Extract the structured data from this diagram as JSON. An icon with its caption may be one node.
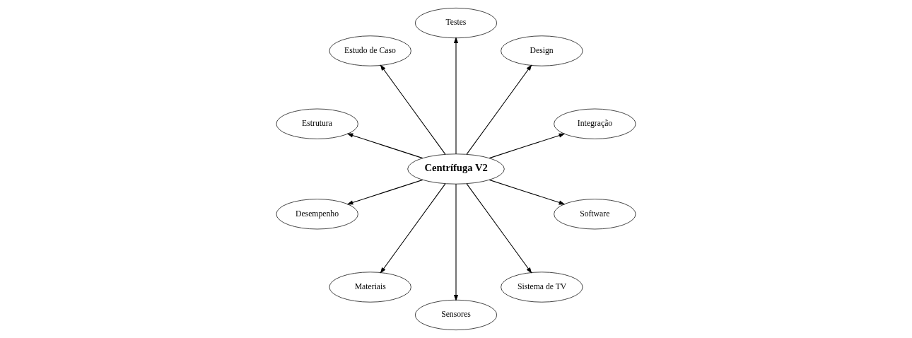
{
  "diagram": {
    "nodes": [
      {
        "text": [
          "Centrífuga V2"
        ]
      },
      {
        "text": [
          "Integração"
        ]
      },
      {
        "text": [
          "Design"
        ]
      },
      {
        "text": [
          "Testes"
        ]
      },
      {
        "text": [
          "Estudo de Caso"
        ]
      },
      {
        "text": [
          "Estrutura"
        ]
      },
      {
        "text": [
          "Desempenho"
        ]
      },
      {
        "text": [
          "Materiais"
        ]
      },
      {
        "text": [
          "Sensores"
        ]
      },
      {
        "text": [
          "Sistema de TV"
        ]
      },
      {
        "text": [
          "Software"
        ]
      }
    ],
    "edges": [
      {
        "from": 0,
        "to": 1,
        "arrow": "to"
      },
      {
        "from": 0,
        "to": 2,
        "arrow": "to"
      },
      {
        "from": 0,
        "to": 5,
        "arrow": "to"
      },
      {
        "from": 0,
        "to": 7,
        "arrow": "to"
      },
      {
        "from": 0,
        "to": 9,
        "arrow": "to"
      },
      {
        "from": 0,
        "to": 10,
        "arrow": "to"
      },
      {
        "from": 0,
        "to": 8,
        "arrow": "to"
      },
      {
        "from": 0,
        "to": 6,
        "arrow": "to"
      },
      {
        "from": 0,
        "to": 4,
        "arrow": "to"
      },
      {
        "from": 0,
        "to": 3,
        "arrow": "to"
      }
    ]
  }
}
